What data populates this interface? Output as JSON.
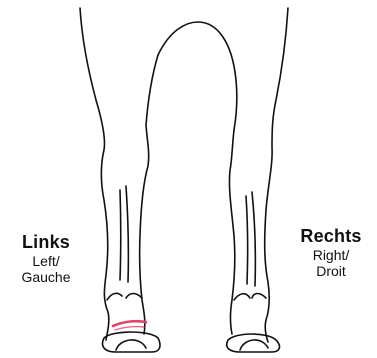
{
  "labels": {
    "left": {
      "main": "Links",
      "line2": "Left/",
      "line3": "Gauche"
    },
    "right": {
      "main": "Rechts",
      "line2": "Right/",
      "line3": "Droit"
    }
  },
  "colors": {
    "outline": "#111111",
    "highlight": "#e8406a",
    "background": "#ffffff"
  },
  "highlighted_leg": "left"
}
